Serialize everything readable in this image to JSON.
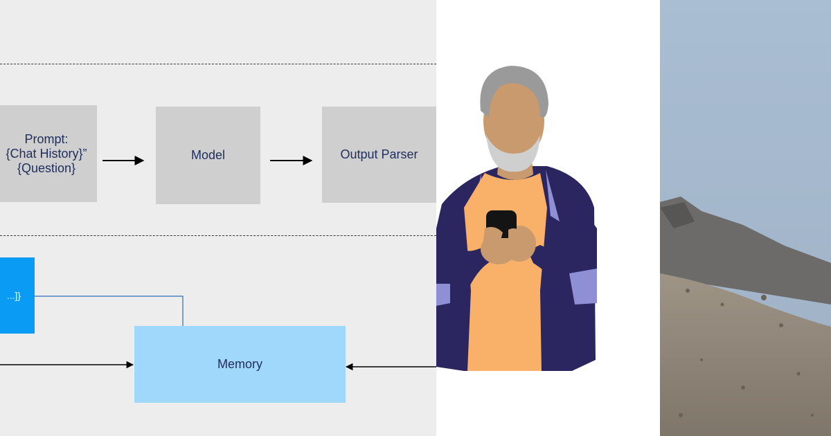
{
  "diagram": {
    "prompt_box": {
      "title": "Prompt:",
      "line2": "{Chat History}”",
      "line3": "{Question}"
    },
    "model_box": {
      "label": "Model"
    },
    "parser_box": {
      "label": "Output Parser"
    },
    "memory_box": {
      "label": "Memory"
    },
    "blue_box": {
      "label": "...]}"
    }
  },
  "colors": {
    "diagram_bg": "#ededed",
    "gray_box": "#cfcfcf",
    "memory_box": "#9fd8fb",
    "blue_box": "#0a9cf5",
    "text": "#1f2d5a",
    "jacket": "#2b2560",
    "shirt": "#f9b068",
    "skin": "#c89a6e",
    "hair": "#9a9a9a",
    "sky": "#a9bdd3",
    "ground": "#8d8478"
  },
  "icons": {
    "person": "person-with-phone-illustration",
    "photo": "mountain-landscape-photo"
  }
}
